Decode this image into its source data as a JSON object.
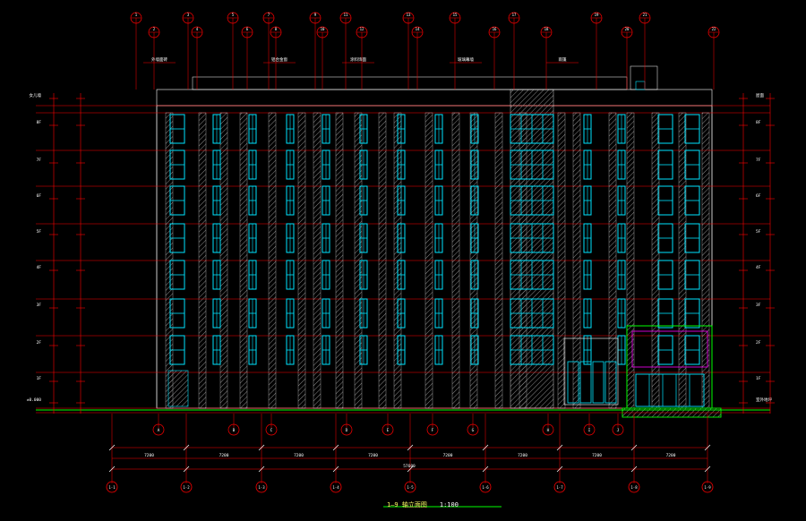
{
  "drawing": {
    "title": "1—9 轴立面图",
    "scale": "1:100",
    "colors": {
      "background": "#000000",
      "dimension": "#ff0000",
      "window": "#00e5ff",
      "wall": "#ffffff",
      "hatch": "#8a8a8a",
      "ground": "#00ff00",
      "accent": "#ff00ff",
      "text": "#ffffff"
    },
    "axes": [
      "1-1",
      "1-2",
      "1-3",
      "1-4",
      "1-5",
      "1-6",
      "1-7",
      "1-8",
      "1-9"
    ],
    "left_levels": [
      "女儿墙",
      "8F",
      "7F",
      "6F",
      "5F",
      "4F",
      "3F",
      "2F",
      "1F",
      "±0.000"
    ],
    "right_levels": [
      "屋面",
      "8F",
      "7F",
      "6F",
      "5F",
      "4F",
      "3F",
      "2F",
      "1F",
      "室外地坪"
    ],
    "total_dimension": "57600",
    "bay_dimensions": [
      "7200",
      "7200",
      "7200",
      "7200",
      "7200",
      "7200",
      "7200",
      "7200"
    ],
    "top_callouts": [
      "1",
      "2",
      "3",
      "4",
      "5",
      "6",
      "7",
      "8",
      "9",
      "10",
      "11",
      "12",
      "13",
      "14",
      "15",
      "16",
      "17",
      "18",
      "19",
      "20",
      "21",
      "22"
    ],
    "bottom_callouts": [
      "A",
      "B",
      "C",
      "D",
      "E",
      "F",
      "G",
      "H",
      "I",
      "J"
    ],
    "notes": [
      "外墙面砖",
      "铝合金窗",
      "涂料饰面",
      "玻璃幕墙",
      "雨篷"
    ]
  }
}
